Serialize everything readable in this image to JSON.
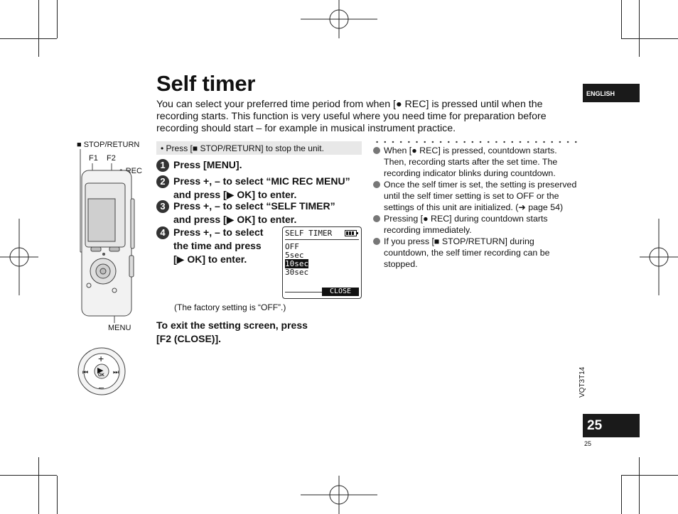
{
  "page": {
    "title": "Self timer",
    "intro": "You can select your preferred time period from when [● REC] is pressed until when the recording starts. This function is very useful where you need time for preparation before recording should start – for example in musical instrument practice.",
    "language_tab": "ENGLISH",
    "doc_code": "VQT3T14",
    "page_tab": "25",
    "page_number": "25"
  },
  "device": {
    "stop_label": "■ STOP/RETURN",
    "f1": "F1",
    "f2": "F2",
    "rec_label": "● REC",
    "menu_label": "MENU",
    "plus": "+",
    "minus": "–",
    "ok": "OK",
    "play_glyph": "▶",
    "prev_glyph": "⏮",
    "next_glyph": "⏭"
  },
  "note": "• Press [■ STOP/RETURN] to stop the unit.",
  "steps": [
    {
      "num": "1",
      "lines": [
        "Press [MENU]."
      ]
    },
    {
      "num": "2",
      "lines": [
        "Press +, – to select “MIC REC MENU”",
        "and press [▶ OK] to enter."
      ]
    },
    {
      "num": "3",
      "lines": [
        "Press +, – to select “SELF TIMER”",
        "and press [▶ OK] to enter."
      ]
    },
    {
      "num": "4",
      "lines": [
        "Press +, – to select",
        "the time and press",
        "[▶ OK] to enter."
      ]
    }
  ],
  "lcd": {
    "header": "SELF TIMER",
    "options": [
      "OFF",
      "5sec",
      "10sec",
      "30sec"
    ],
    "selected_index": 2,
    "close_label": "CLOSE"
  },
  "factory_note": "(The factory setting is “OFF”.)",
  "exit": [
    "To exit the setting screen, press",
    "[F2 (CLOSE)]."
  ],
  "notes": [
    "When [● REC] is pressed, countdown starts. Then, recording starts after the set time. The recording indicator blinks during countdown.",
    "Once the self timer is set, the setting is preserved until the self timer setting is set to OFF or the settings of this unit are initialized. (➜ page 54)",
    "Pressing [● REC] during countdown starts recording immediately.",
    "If you press [■ STOP/RETURN] during countdown, the self timer recording can be stopped."
  ]
}
